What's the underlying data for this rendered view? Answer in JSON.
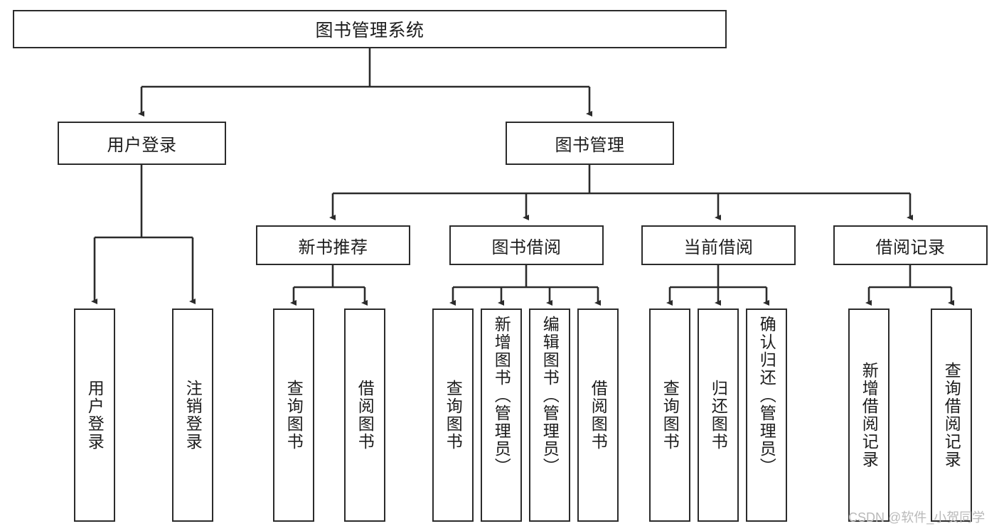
{
  "diagram": {
    "type": "tree-hierarchy-chart",
    "title": "图书管理系统",
    "orientation": "top-down",
    "line_color": "#2b2b2b",
    "box_fill": "#ffffff",
    "box_border": "#2b2b2b",
    "watermark": "CSDN @软件_小贺同学",
    "watermark_color": "#b9b9b9"
  },
  "nodes": {
    "root": {
      "label": "图书管理系统"
    },
    "level2": [
      {
        "label": "用户登录"
      },
      {
        "label": "图书管理"
      }
    ],
    "level3": [
      {
        "label": "新书推荐"
      },
      {
        "label": "图书借阅"
      },
      {
        "label": "当前借阅"
      },
      {
        "label": "借阅记录"
      }
    ],
    "leaves": {
      "user_login": [
        {
          "label": "用户登录"
        },
        {
          "label": "注销登录"
        }
      ],
      "new_book_recommend": [
        {
          "label": "查询图书"
        },
        {
          "label": "借阅图书"
        }
      ],
      "book_borrow": [
        {
          "label": "查询图书"
        },
        {
          "label": "新增图书（管理员）"
        },
        {
          "label": "编辑图书（管理员）"
        },
        {
          "label": "借阅图书"
        }
      ],
      "current_borrow": [
        {
          "label": "查询图书"
        },
        {
          "label": "归还图书"
        },
        {
          "label": "确认归还（管理员）"
        }
      ],
      "borrow_record": [
        {
          "label": "新增借阅记录"
        },
        {
          "label": "查询借阅记录"
        }
      ]
    }
  }
}
